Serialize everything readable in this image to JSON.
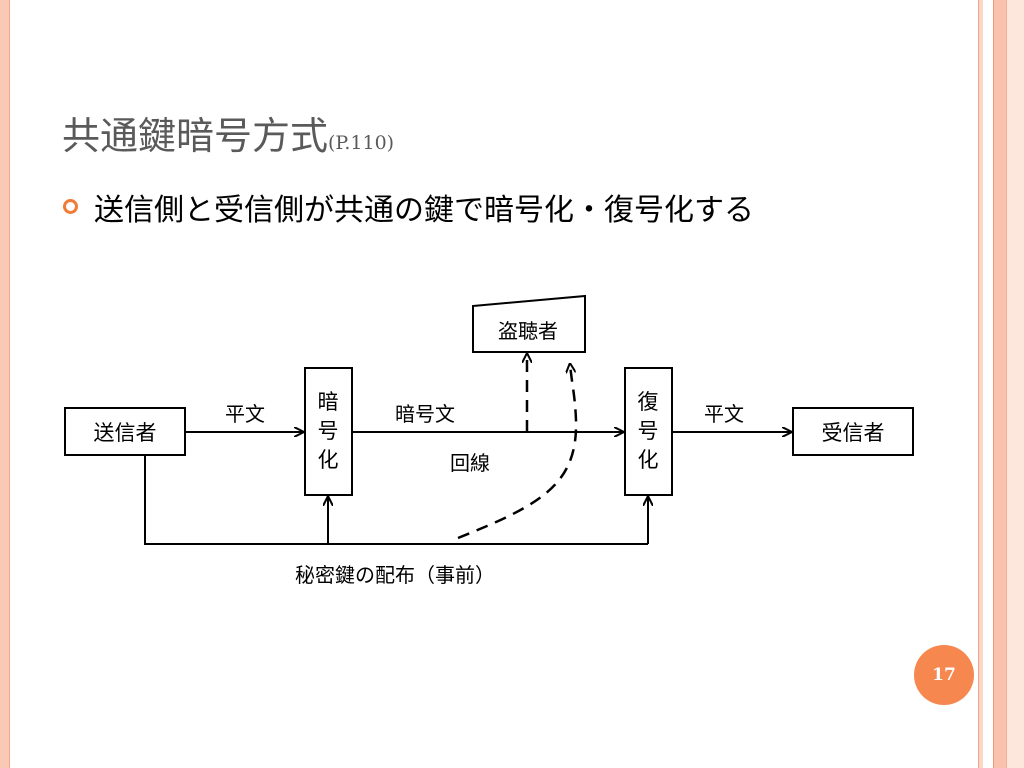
{
  "slide": {
    "title": "共通鍵暗号方式",
    "title_ref": "(P.110)",
    "bullet": "送信側と受信側が共通の鍵で暗号化・復号化する",
    "page_number": "17"
  },
  "diagram": {
    "sender": "送信者",
    "receiver": "受信者",
    "encrypt_chars": [
      "暗",
      "号",
      "化"
    ],
    "decrypt_chars": [
      "復",
      "号",
      "化"
    ],
    "eavesdropper": "盗聴者",
    "plaintext_left": "平文",
    "plaintext_right": "平文",
    "ciphertext": "暗号文",
    "channel": "回線",
    "key_distribution": "秘密鍵の配布（事前）"
  },
  "colors": {
    "accent": "#f5874f",
    "bullet": "#f27b3a",
    "title": "#5a5a5a",
    "frame": "#f9c9b6"
  }
}
